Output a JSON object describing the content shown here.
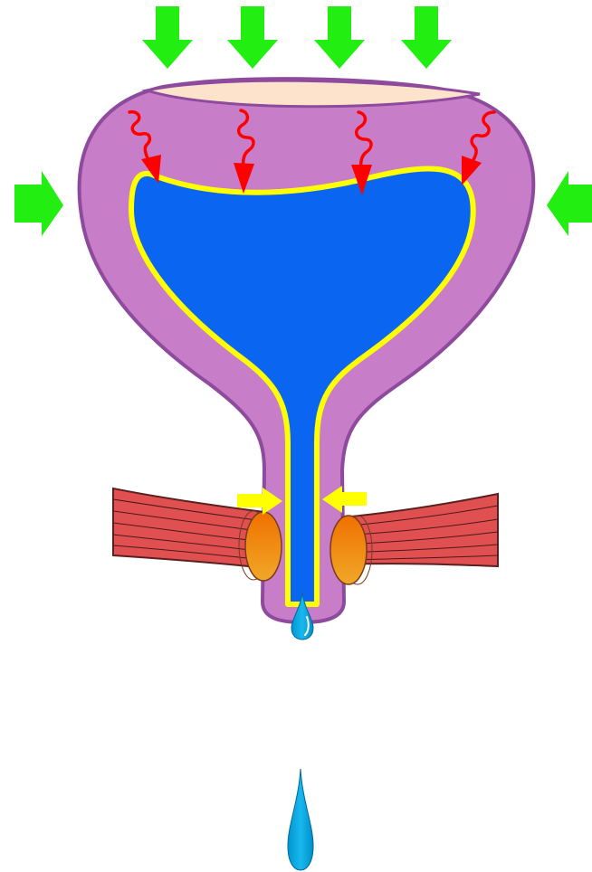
{
  "diagram": {
    "colors": {
      "wall": "#c87dc8",
      "wall_stroke": "#8e4a9c",
      "top_cap": "#fde2cc",
      "lumen": "#0a66f0",
      "lining": "#ffff00",
      "pressure_arrow": "#22ee11",
      "wavy_arrow": "#ff0000",
      "sphincter_arrow": "#ffff00",
      "muscle": "#e05050",
      "muscle_stroke": "#5a2020",
      "sphincter_top": "#f08000",
      "sphincter_bottom": "#f0a020",
      "droplet": "#00aadd"
    },
    "icons": {
      "external_pressure": "down-arrow",
      "side_pressure": "horizontal-arrow",
      "wall_contraction": "wavy-arrow",
      "sphincter_closure": "horizontal-arrow",
      "urine_drop": "droplet"
    }
  }
}
